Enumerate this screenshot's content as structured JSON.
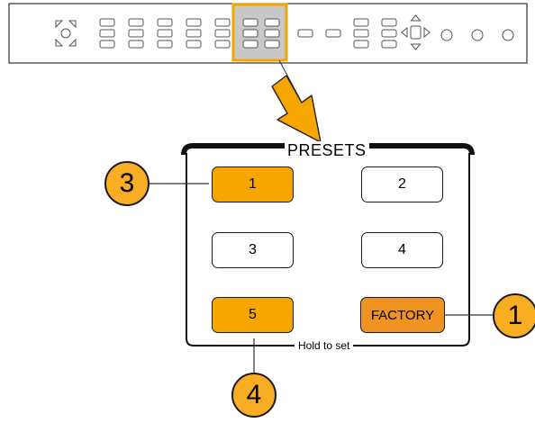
{
  "panel": {
    "title": "PRESETS",
    "hold_label": "Hold to set",
    "buttons": {
      "b1": "1",
      "b2": "2",
      "b3": "3",
      "b4": "4",
      "b5": "5",
      "factory": "FACTORY"
    }
  },
  "callouts": {
    "c1": "1",
    "c3": "3",
    "c4": "4"
  },
  "colors": {
    "highlight": "#f7a600",
    "factory": "#ef9420",
    "callout_fill": "#f9ad23",
    "selection": "#c8c8c8"
  }
}
